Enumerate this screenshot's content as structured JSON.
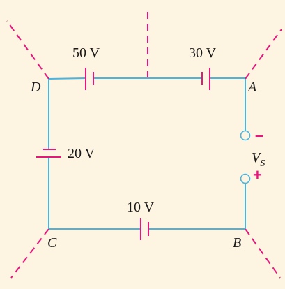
{
  "nodes": {
    "a": "A",
    "b": "B",
    "c": "C",
    "d": "D"
  },
  "sources": {
    "top_left": "50 V",
    "top_right": "30 V",
    "left": "20 V",
    "bottom": "10 V"
  },
  "terminals": {
    "label_main": "V",
    "label_sub": "S",
    "negative": "–",
    "positive": "+"
  },
  "colors": {
    "background": "#fdf4e2",
    "wire": "#48b4e0",
    "accent": "#e5177d"
  }
}
